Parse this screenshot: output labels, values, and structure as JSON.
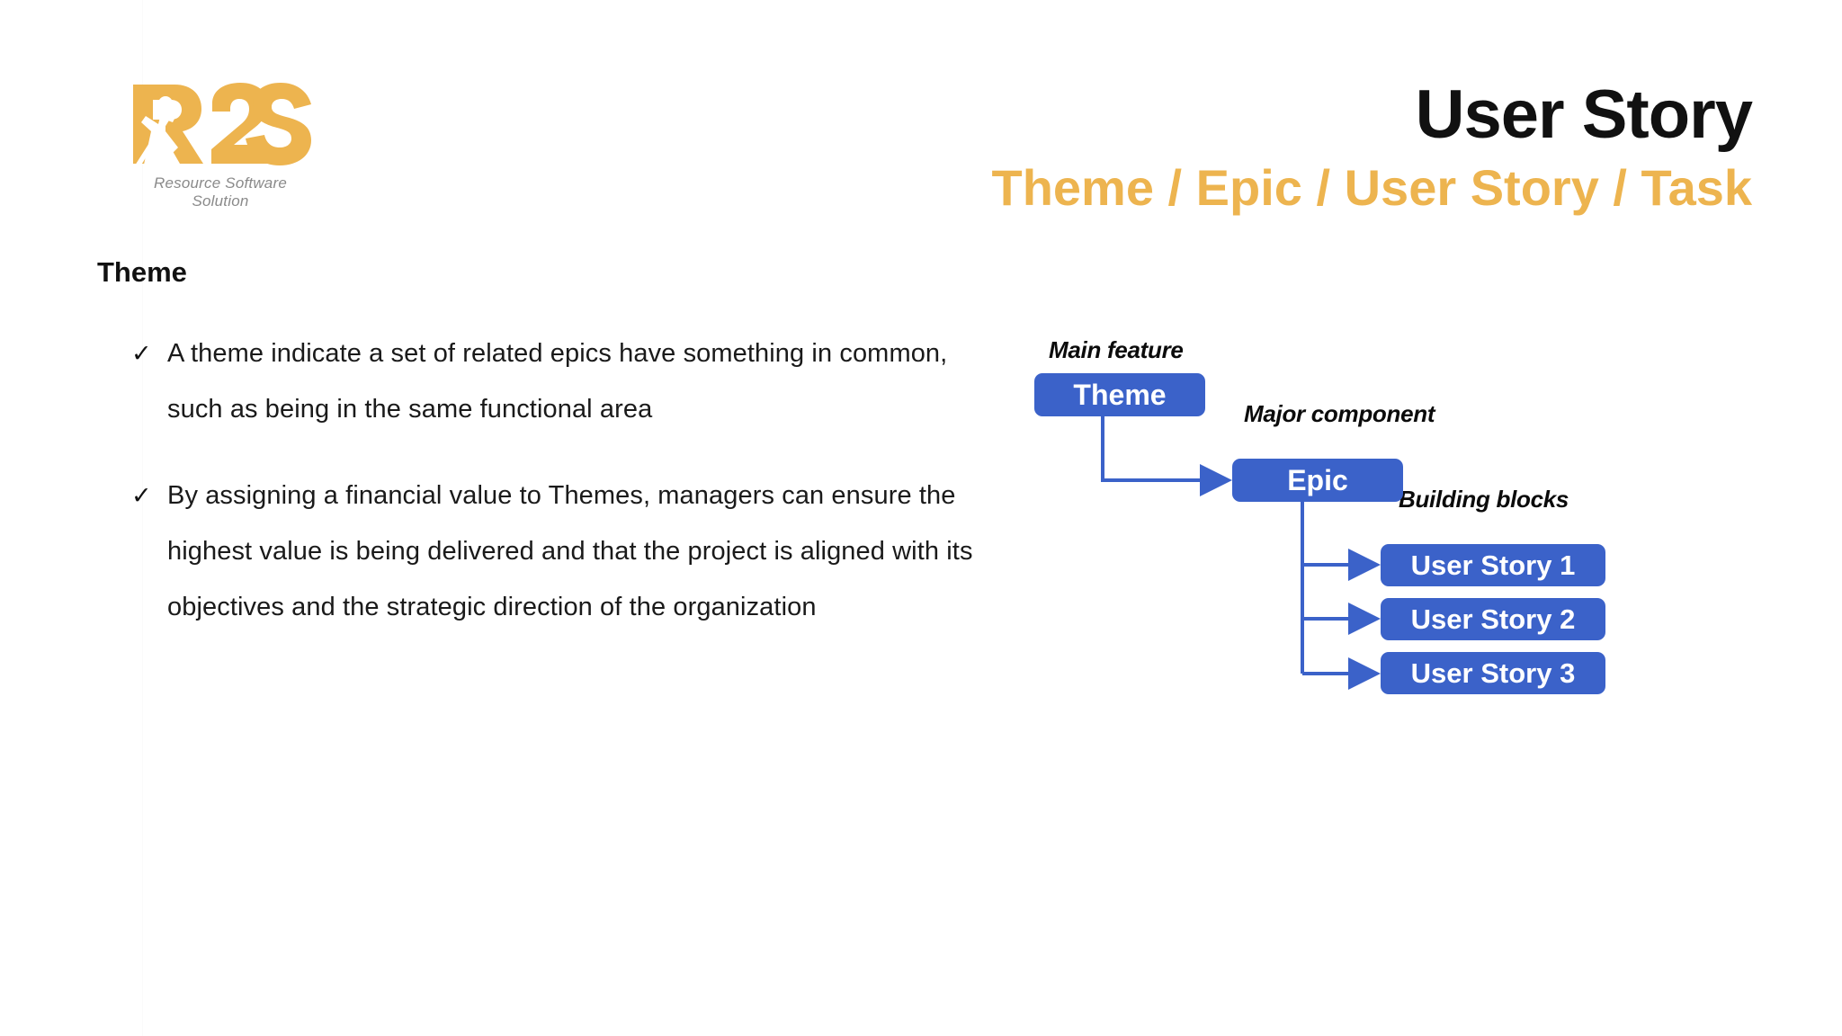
{
  "brand": {
    "logo_text": "R2S",
    "logo_icon": "r2s-runner-logo",
    "tagline": "Resource Software Solution",
    "gold": "#edb44f",
    "blue": "#3b62c9"
  },
  "header": {
    "title": "User Story",
    "subtitle": "Theme / Epic / User Story / Task"
  },
  "content": {
    "heading": "Theme",
    "bullet_marker": "✓",
    "bullets": [
      "A theme indicate a set of related epics have something in common, such as being in the same functional area",
      "By assigning a financial value to Themes, managers can ensure the highest value is being delivered and that the project is aligned with its objectives and the strategic direction of the organization"
    ]
  },
  "diagram": {
    "labels": {
      "main_feature": "Main feature",
      "major_component": "Major component",
      "building_blocks": "Building blocks"
    },
    "boxes": {
      "theme": "Theme",
      "epic": "Epic",
      "user_story_1": "User Story 1",
      "user_story_2": "User Story 2",
      "user_story_3": "User Story 3"
    }
  }
}
